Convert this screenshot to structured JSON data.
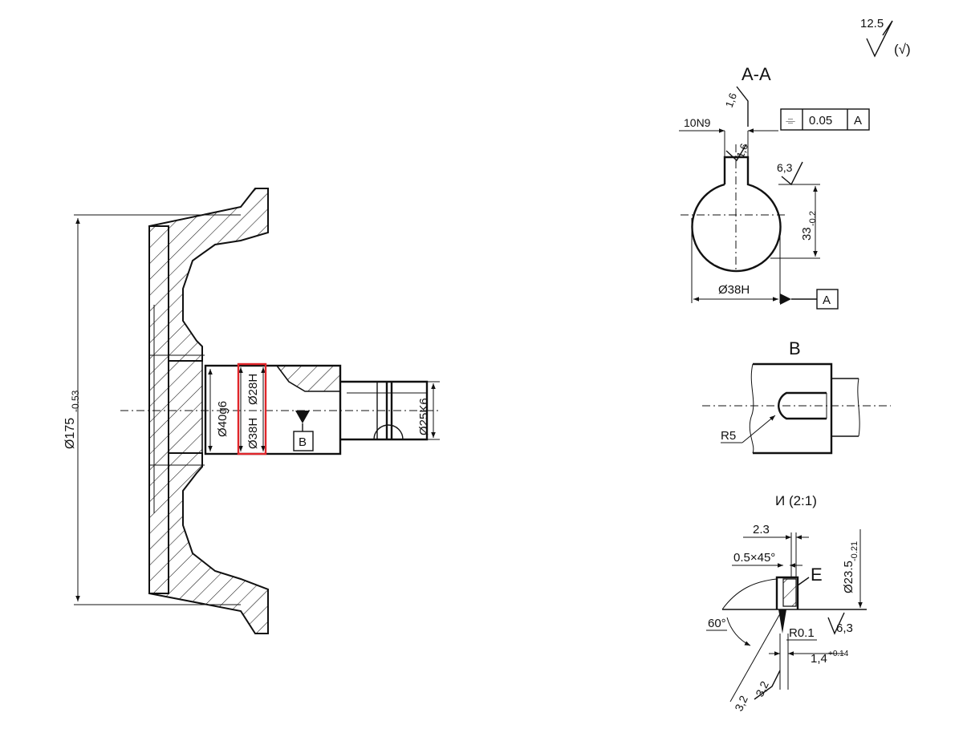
{
  "colors": {
    "ink": "#111111",
    "highlight": "#e0262b",
    "paper": "#ffffff"
  },
  "roughness": {
    "general_value": "12.5",
    "general_paren": "(√)"
  },
  "main_view": {
    "dim_outer": "Ø175",
    "dim_outer_tol": "-0.53",
    "dim_hub": "Ø40g6",
    "dim_bore_inner": "Ø28H",
    "dim_bore_outer": "Ø38H",
    "dim_shaft": "Ø25K6",
    "view_ref": "B"
  },
  "section_aa": {
    "title": "A-A",
    "keyway_width": "10N9",
    "rough_top": "1,6",
    "rough_side": "1,6",
    "tolerance_symbol": "⌯",
    "tolerance_value": "0.05",
    "datum": "A",
    "rough_right": "6,3",
    "depth": "33",
    "depth_tol": "-0.2",
    "diameter": "Ø38H",
    "datum_ref": "A"
  },
  "detail_b": {
    "title": "B",
    "radius": "R5"
  },
  "detail_i": {
    "title": "И (2:1)",
    "dim_2_3": "2.3",
    "chamfer": "0.5×45°",
    "ref_e": "E",
    "diameter": "Ø23.5",
    "diameter_tol": "-0.21",
    "angle": "60°",
    "radius": "R0.1",
    "rough_6_3": "6,3",
    "width": "1,4",
    "width_tol": "+0.14",
    "rough_a": "3,2",
    "rough_b": "3,2"
  }
}
